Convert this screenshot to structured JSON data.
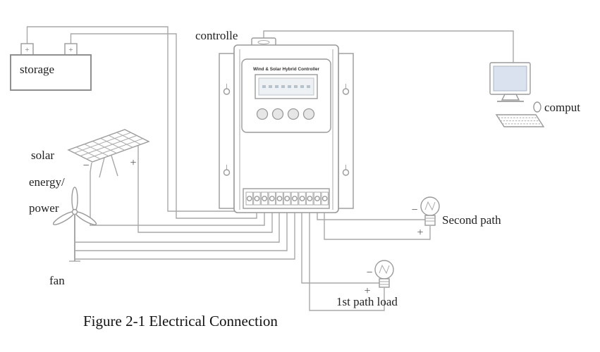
{
  "caption": "Figure 2-1 Electrical Connection",
  "battery": {
    "label": "storage",
    "terminal_left_sign": "+",
    "terminal_right_sign": "+"
  },
  "controller": {
    "label": "controlle",
    "panel_title": "Wind & Solar Hybrid Controller"
  },
  "computer": {
    "label": "comput"
  },
  "solar": {
    "label_line1": "solar",
    "label_line2": "energy/",
    "label_line3": "power",
    "minus": "−",
    "plus": "+"
  },
  "fan": {
    "label": "fan"
  },
  "loads": {
    "first": {
      "label": "1st path load",
      "minus": "−",
      "plus": "+"
    },
    "second": {
      "label": "Second path",
      "minus": "−",
      "plus": "+"
    }
  },
  "colors": {
    "line": "#a8a8a8",
    "text": "#222222",
    "monitor_screen": "#d9e2ee"
  }
}
